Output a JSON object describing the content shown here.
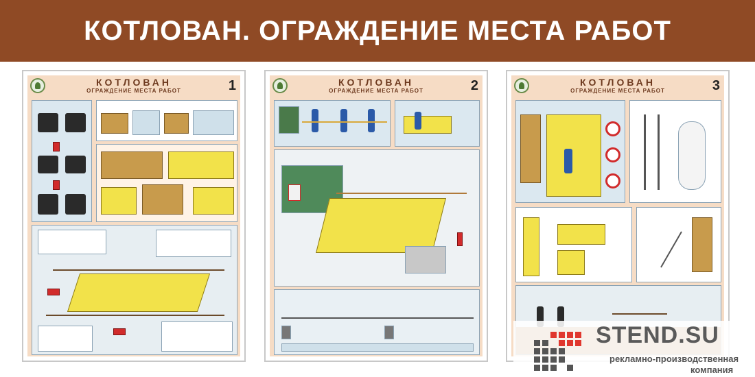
{
  "banner": {
    "title": "КОТЛОВАН. ОГРАЖДЕНИЕ МЕСТА РАБОТ"
  },
  "posters": [
    {
      "title": "КОТЛОВАН",
      "subtitle": "ОГРАЖДЕНИЕ МЕСТА РАБОТ",
      "number": "1"
    },
    {
      "title": "КОТЛОВАН",
      "subtitle": "ОГРАЖДЕНИЕ МЕСТА РАБОТ",
      "number": "2"
    },
    {
      "title": "КОТЛОВАН",
      "subtitle": "ОГРАЖДЕНИЕ МЕСТА РАБОТ",
      "number": "3"
    }
  ],
  "watermark": {
    "brand": "STEND.SU",
    "tagline_line1": "рекламно-производственная",
    "tagline_line2": "компания"
  },
  "colors": {
    "banner_bg": "#8f4a25",
    "poster_bg": "#f6dcc5",
    "accent_yellow": "#f2e24a",
    "brand_red": "#e0372e"
  }
}
